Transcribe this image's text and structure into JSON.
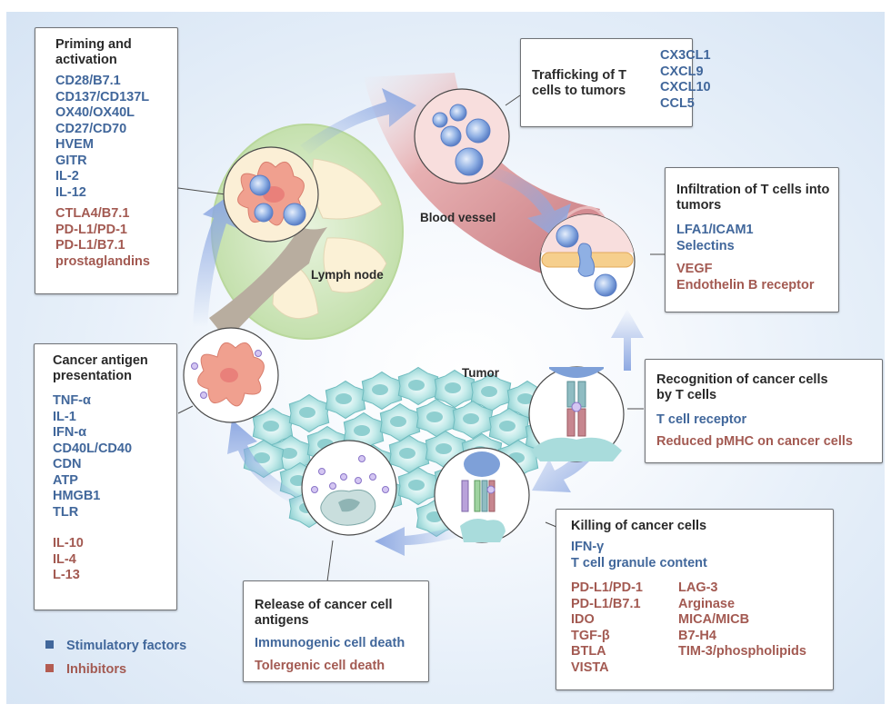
{
  "colors": {
    "stimulatory": "#41679b",
    "inhibitor": "#a35a52",
    "title_text": "#2a2a2a",
    "arrow": "#8ea9e2",
    "blood_vessel": "#d99a9e",
    "lymph_node_outer": "#cfe6bd",
    "lymph_node_inner": "#fbf1d6",
    "tumor_cell": "#a9dcdc",
    "t_cell": "#7ea0d8",
    "dendritic_cell": "#f0a08f"
  },
  "labels": {
    "lymph_node": "Lymph node",
    "blood_vessel": "Blood vessel",
    "tumor": "Tumor"
  },
  "steps": {
    "priming": {
      "title": "Priming and activation",
      "stimulatory": [
        "CD28/B7.1",
        "CD137/CD137L",
        "OX40/OX40L",
        "CD27/CD70",
        "HVEM",
        "GITR",
        "IL-2",
        "IL-12"
      ],
      "inhibitors": [
        "CTLA4/B7.1",
        "PD-L1/PD-1",
        "PD-L1/B7.1",
        "prostaglandins"
      ]
    },
    "trafficking": {
      "title": "Trafficking of T cells to tumors",
      "stimulatory": [
        "CX3CL1",
        "CXCL9",
        "CXCL10",
        "CCL5"
      ],
      "inhibitors": []
    },
    "infiltration": {
      "title": "Infiltration of T cells into tumors",
      "stimulatory": [
        "LFA1/ICAM1",
        "Selectins"
      ],
      "inhibitors": [
        "VEGF",
        "Endothelin B receptor"
      ]
    },
    "recognition": {
      "title": "Recognition of cancer cells by T cells",
      "stimulatory": [
        "T cell receptor"
      ],
      "inhibitors": [
        "Reduced pMHC on cancer cells"
      ]
    },
    "killing": {
      "title": "Killing of cancer cells",
      "stimulatory": [
        "IFN-γ",
        "T cell granule content"
      ],
      "inhibitors_col1": [
        "PD-L1/PD-1",
        "PD-L1/B7.1",
        "IDO",
        "TGF-β",
        "BTLA",
        "VISTA"
      ],
      "inhibitors_col2": [
        "LAG-3",
        "Arginase",
        "MICA/MICB",
        "B7-H4",
        "TIM-3/phospholipids"
      ]
    },
    "release": {
      "title": "Release of cancer cell antigens",
      "stimulatory": [
        "Immunogenic cell death"
      ],
      "inhibitors": [
        "Tolergenic cell death"
      ]
    },
    "presentation": {
      "title": "Cancer antigen presentation",
      "stimulatory": [
        "TNF-α",
        "IL-1",
        "IFN-α",
        "CD40L/CD40",
        "CDN",
        "ATP",
        "HMGB1",
        "TLR"
      ],
      "inhibitors": [
        "IL-10",
        "IL-4",
        "L-13"
      ]
    }
  },
  "legend": {
    "stimulatory": "Stimulatory factors",
    "inhibitors": "Inhibitors"
  }
}
